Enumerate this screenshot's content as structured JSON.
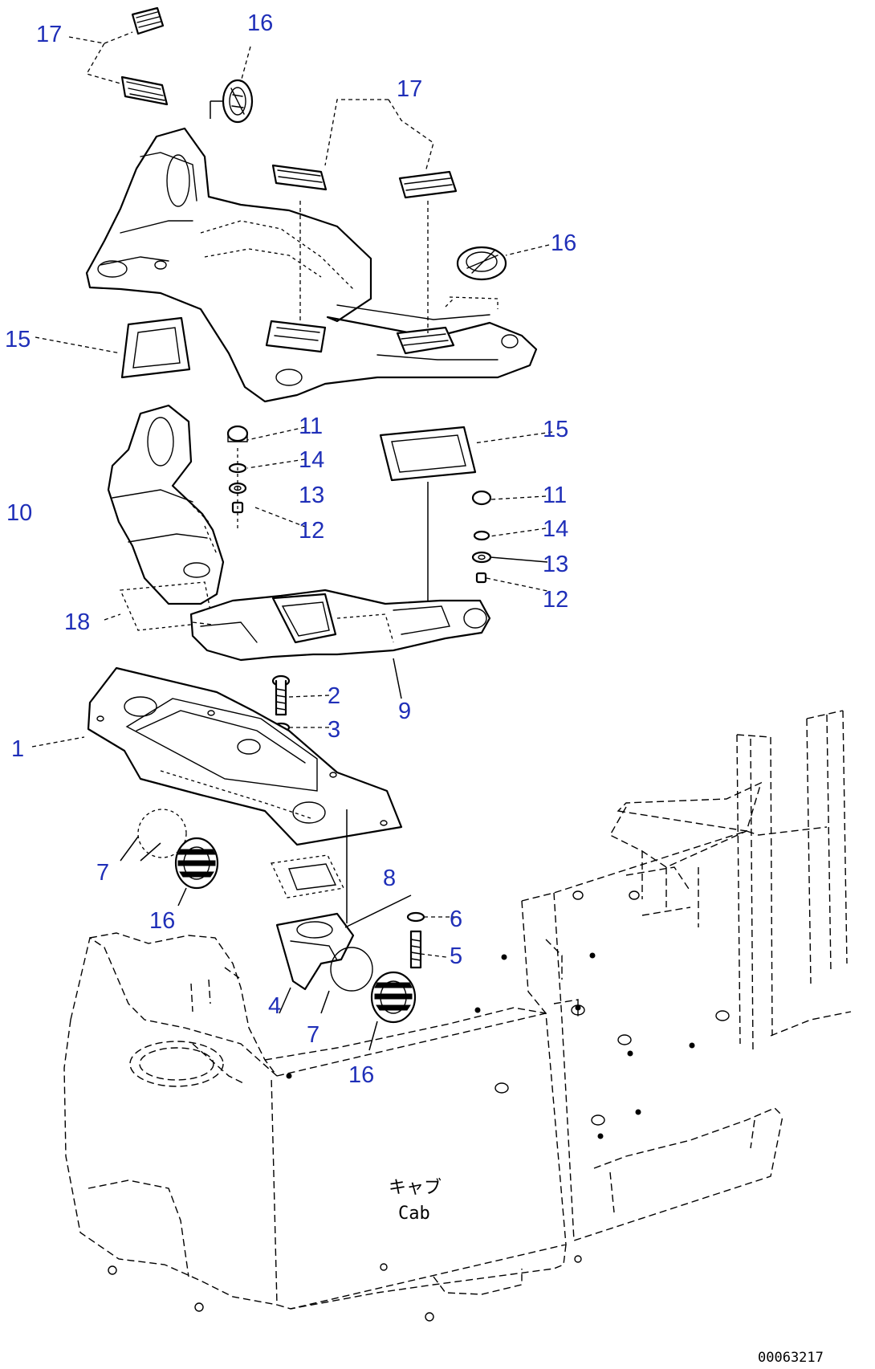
{
  "callouts": {
    "c17a": "17",
    "c16a": "16",
    "c17b": "17",
    "c16b": "16",
    "c15a": "15",
    "c15b": "15",
    "c10": "10",
    "c11a": "11",
    "c14a": "14",
    "c13a": "13",
    "c12a": "12",
    "c11b": "11",
    "c14b": "14",
    "c13b": "13",
    "c12b": "12",
    "c18": "18",
    "c9": "9",
    "c2": "2",
    "c3": "3",
    "c1": "1",
    "c7a": "7",
    "c16c": "16",
    "c8": "8",
    "c6": "6",
    "c5": "5",
    "c4": "4",
    "c7b": "7",
    "c16d": "16"
  },
  "cab_label_jp": "キャブ",
  "cab_label_en": "Cab",
  "drawing_code": "00063217",
  "colors": {
    "callout": "#1f2fb8",
    "line": "#000000",
    "background": "#ffffff"
  }
}
